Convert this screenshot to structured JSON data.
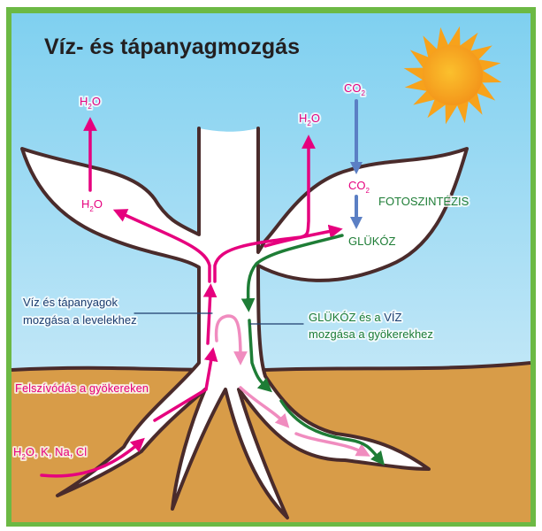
{
  "title": "Víz- és tápanyagmozgás",
  "labels": {
    "h2o_top_left": {
      "main": "H",
      "sub": "2",
      "tail": "O"
    },
    "h2o_left_leaf": {
      "main": "H",
      "sub": "2",
      "tail": "O"
    },
    "h2o_right": {
      "main": "H",
      "sub": "2",
      "tail": "O"
    },
    "co2_top": {
      "main": "CO",
      "sub": "2"
    },
    "co2_leaf": {
      "main": "CO",
      "sub": "2"
    },
    "photosynthesis": "FOTOSZINTÉZIS",
    "glucose": "GLÜKÓZ",
    "up_movement": [
      "Víz és tápanyagok",
      "mozgása a levelekhez"
    ],
    "down_movement": {
      "line1_a": "GLÜKÓZ és a ",
      "line1_b": "VÍZ",
      "line2": "mozgása a gyökerekhez"
    },
    "absorption": "Felszívódás a gyökereken",
    "nutrients": {
      "main": "H",
      "sub": "2",
      "tail": "O, K, Na, Cl"
    }
  },
  "colors": {
    "frame": "#6cb944",
    "sky_top": "#7fd0f0",
    "sky_bottom": "#d8effa",
    "soil": "#d89c48",
    "outline": "#4a2b2b",
    "water": "#e6007e",
    "water_light": "#f08cbf",
    "glucose": "#1e7d36",
    "co2_arrow": "#5b7fc4",
    "navy": "#1d3c6e",
    "sun": "#f7a21b"
  }
}
